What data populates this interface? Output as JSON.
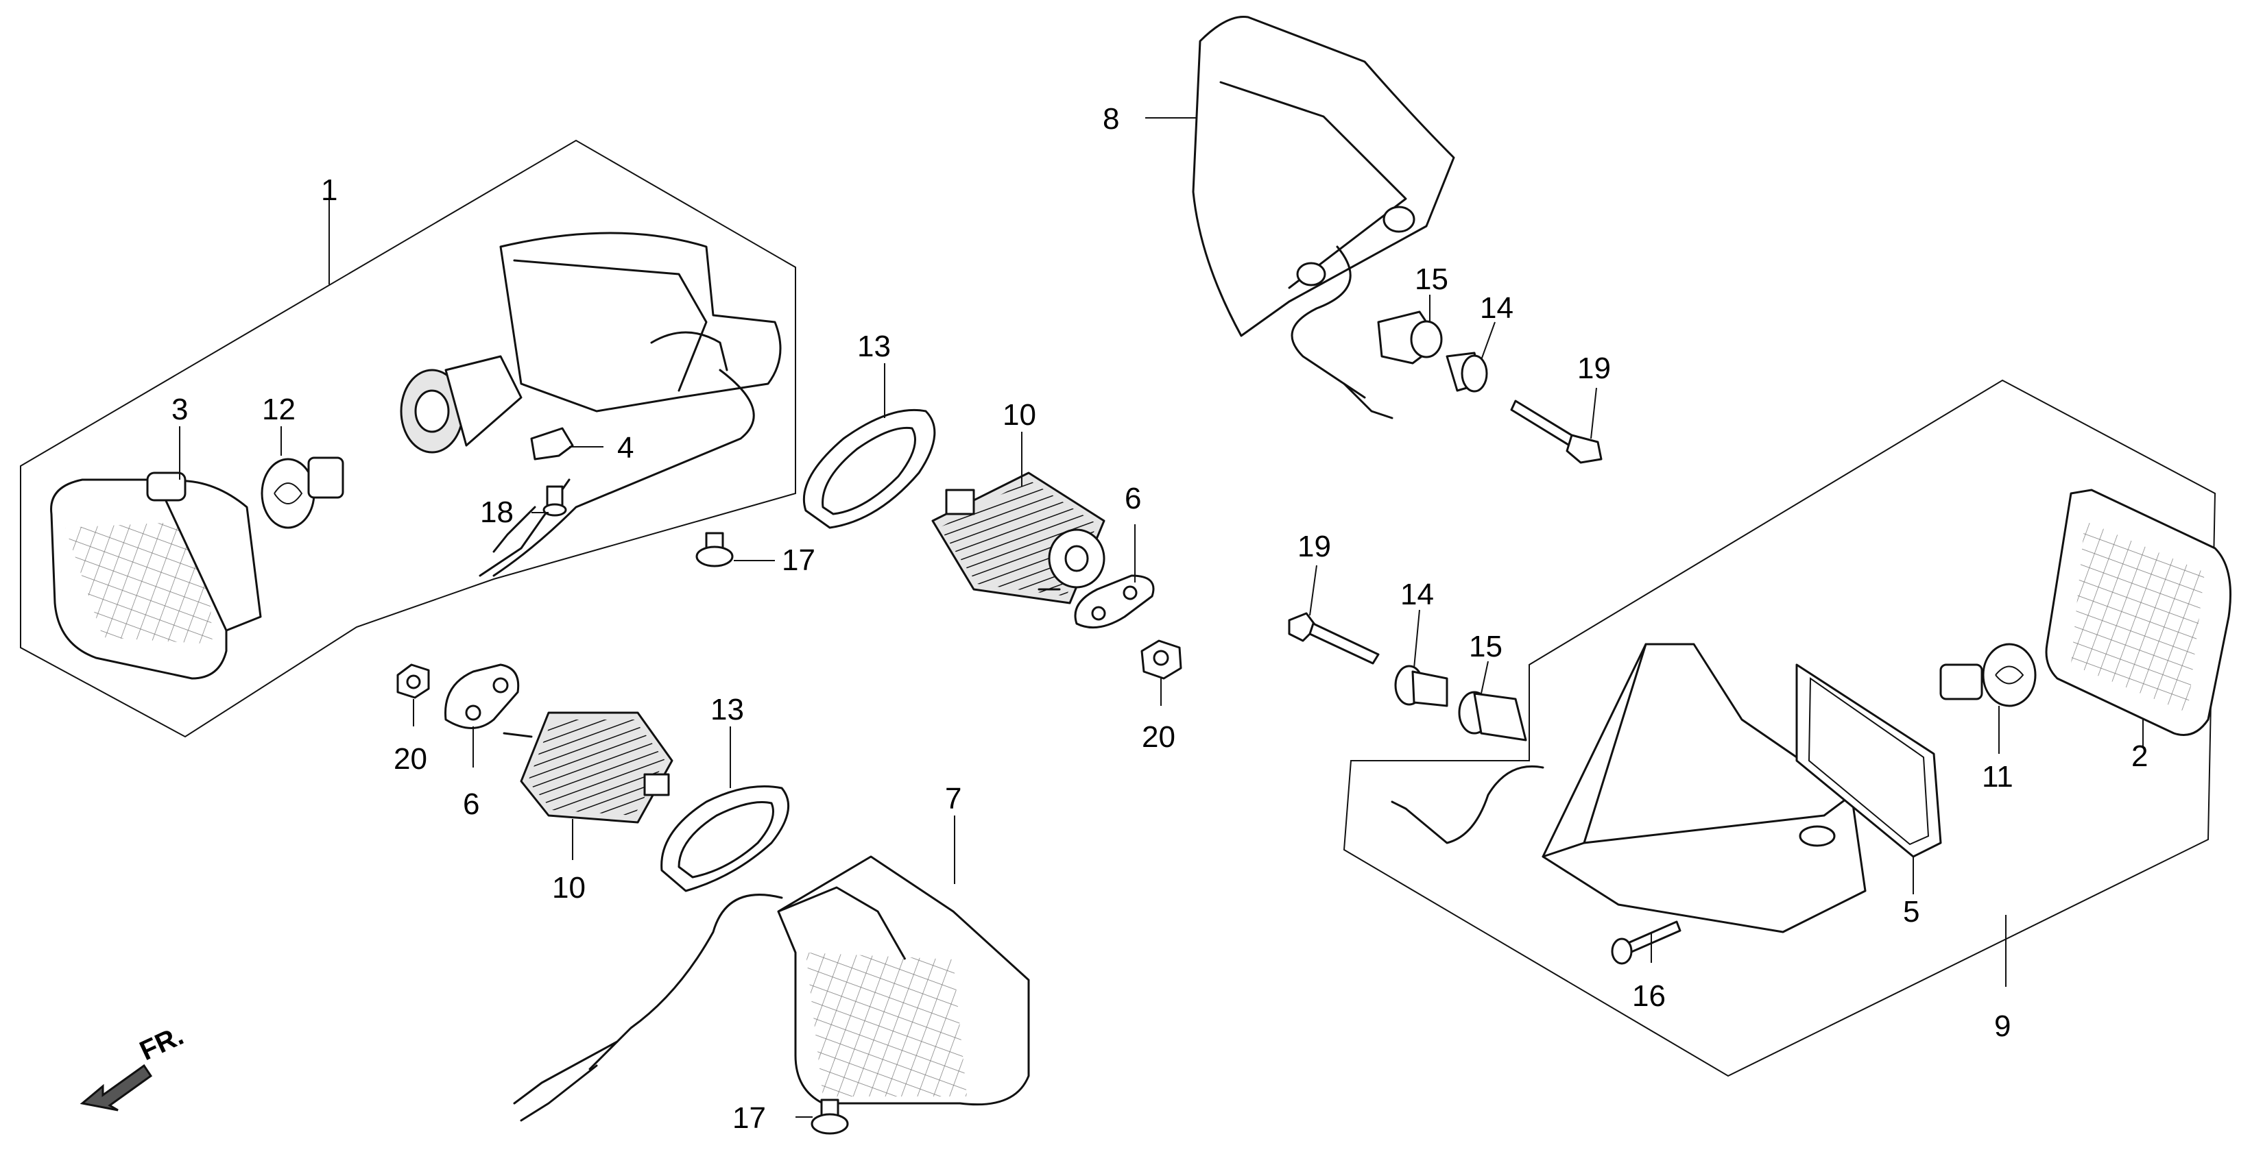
{
  "diagram": {
    "direction_label": "FR.",
    "callouts": [
      "1",
      "2",
      "3",
      "4",
      "5",
      "6",
      "6",
      "7",
      "8",
      "9",
      "10",
      "10",
      "11",
      "12",
      "13",
      "13",
      "14",
      "14",
      "15",
      "15",
      "16",
      "17",
      "17",
      "18",
      "19",
      "19",
      "20",
      "20"
    ]
  }
}
